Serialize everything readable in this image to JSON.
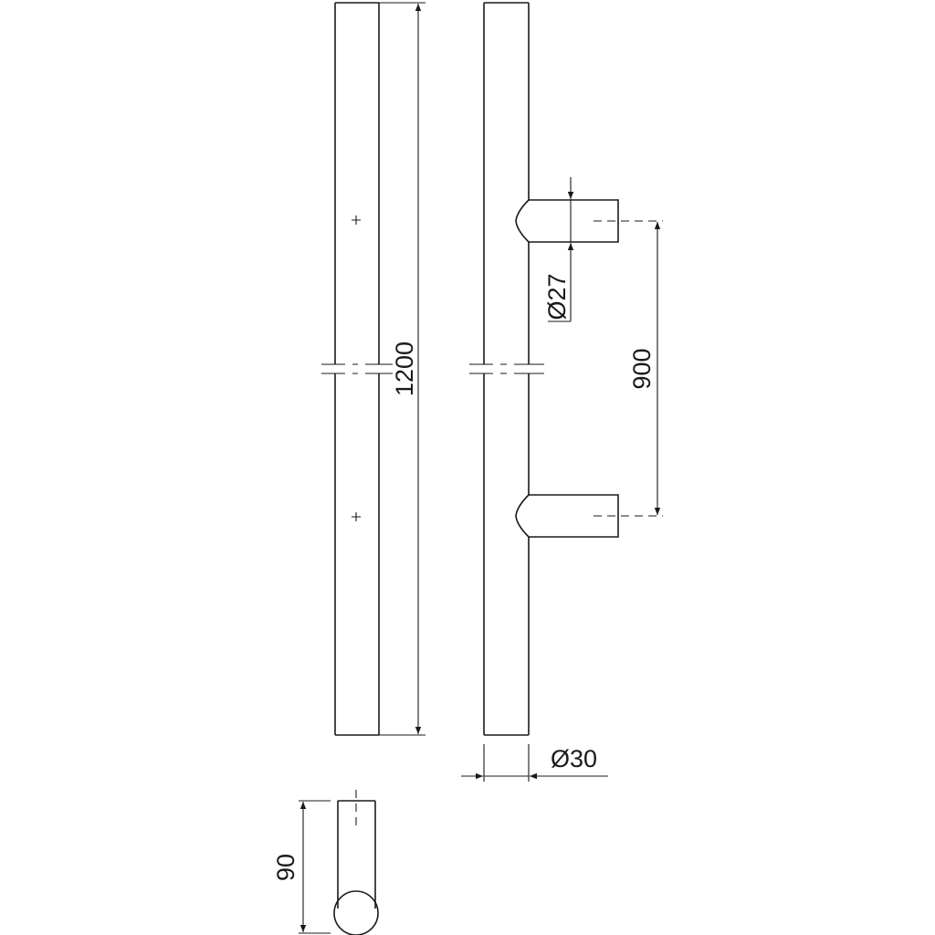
{
  "drawing": {
    "colors": {
      "line": "#1a1a1a",
      "background": "#ffffff"
    },
    "dimensions": {
      "overall_length": "1200",
      "center_distance": "900",
      "standoff_diameter": "Ø27",
      "bar_diameter": "Ø30",
      "projection": "90"
    }
  }
}
